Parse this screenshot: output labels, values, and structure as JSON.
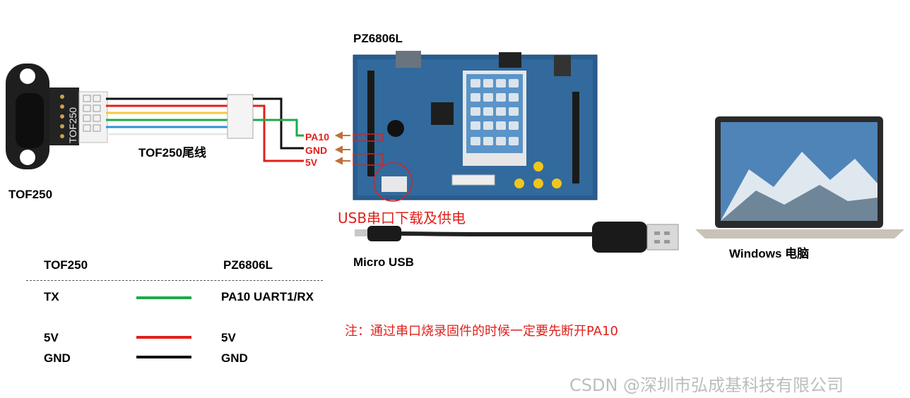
{
  "device_label": "TOF250",
  "sensor_text": "TOF250",
  "harness_label": "TOF250尾线",
  "board_label": "PZ6806L",
  "pins": [
    "PA10",
    "GND",
    "5V"
  ],
  "usb_note": "USB串口下载及供电",
  "cable_label": "Micro USB",
  "laptop_label": "Windows 电脑",
  "table": {
    "col_left": "TOF250",
    "col_right": "PZ6806L",
    "rows": [
      {
        "left": "TX",
        "right": "PA10 UART1/RX",
        "color": "#1faa4a"
      },
      {
        "left": "5V",
        "right": "5V",
        "color": "#e0201b"
      },
      {
        "left": "GND",
        "right": "GND",
        "color": "#111111"
      }
    ]
  },
  "warning": "注：通过串口烧录固件的时候一定要先断开PA10",
  "watermark": "CSDN @深圳市弘成基科技有限公司",
  "colors": {
    "red": "#e0201b",
    "green": "#1faa4a",
    "yellow": "#f5c842",
    "blue": "#2f8fd8",
    "board": "#2a5d8f"
  }
}
